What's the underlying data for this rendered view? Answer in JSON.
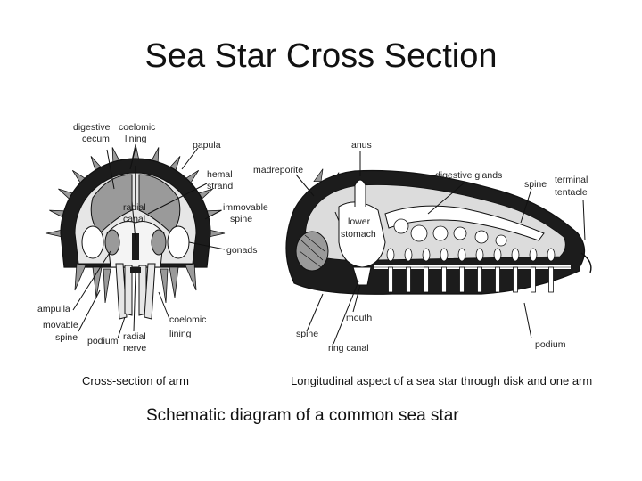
{
  "title": "Sea Star Cross Section",
  "cross_section": {
    "labels": {
      "digestive_cecum_1": "digestive",
      "digestive_cecum_2": "cecum",
      "coelomic_lining_top_1": "coelomic",
      "coelomic_lining_top_2": "lining",
      "papula": "papula",
      "hemal_strand_1": "hemal",
      "hemal_strand_2": "strand",
      "radial_canal_1": "radial",
      "radial_canal_2": "canal",
      "immovable_spine_1": "immovable",
      "immovable_spine_2": "spine",
      "gonads": "gonads",
      "ampulla": "ampulla",
      "movable_spine_1": "movable",
      "movable_spine_2": "spine",
      "podium": "podium",
      "radial_nerve_1": "radial",
      "radial_nerve_2": "nerve",
      "coelomic_lining_bottom_1": "coelomic",
      "coelomic_lining_bottom_2": "lining"
    },
    "caption": "Cross-section of arm"
  },
  "longitudinal": {
    "labels": {
      "anus": "anus",
      "madreporite": "madreporite",
      "digestive_glands": "digestive glands",
      "spine": "spine",
      "terminal_tentacle_1": "terminal",
      "terminal_tentacle_2": "tentacle",
      "lower_stomach_1": "lower",
      "lower_stomach_2": "stomach",
      "mouth": "mouth",
      "spine_bottom": "spine",
      "ring_canal": "ring canal",
      "podium": "podium"
    },
    "caption": "Longitudinal aspect of a sea star through disk and one arm"
  },
  "diagram_caption": "Schematic diagram of a common sea star",
  "colors": {
    "dark": "#1c1c1c",
    "mid": "#9a9a9a",
    "light": "#e6e6e6"
  }
}
